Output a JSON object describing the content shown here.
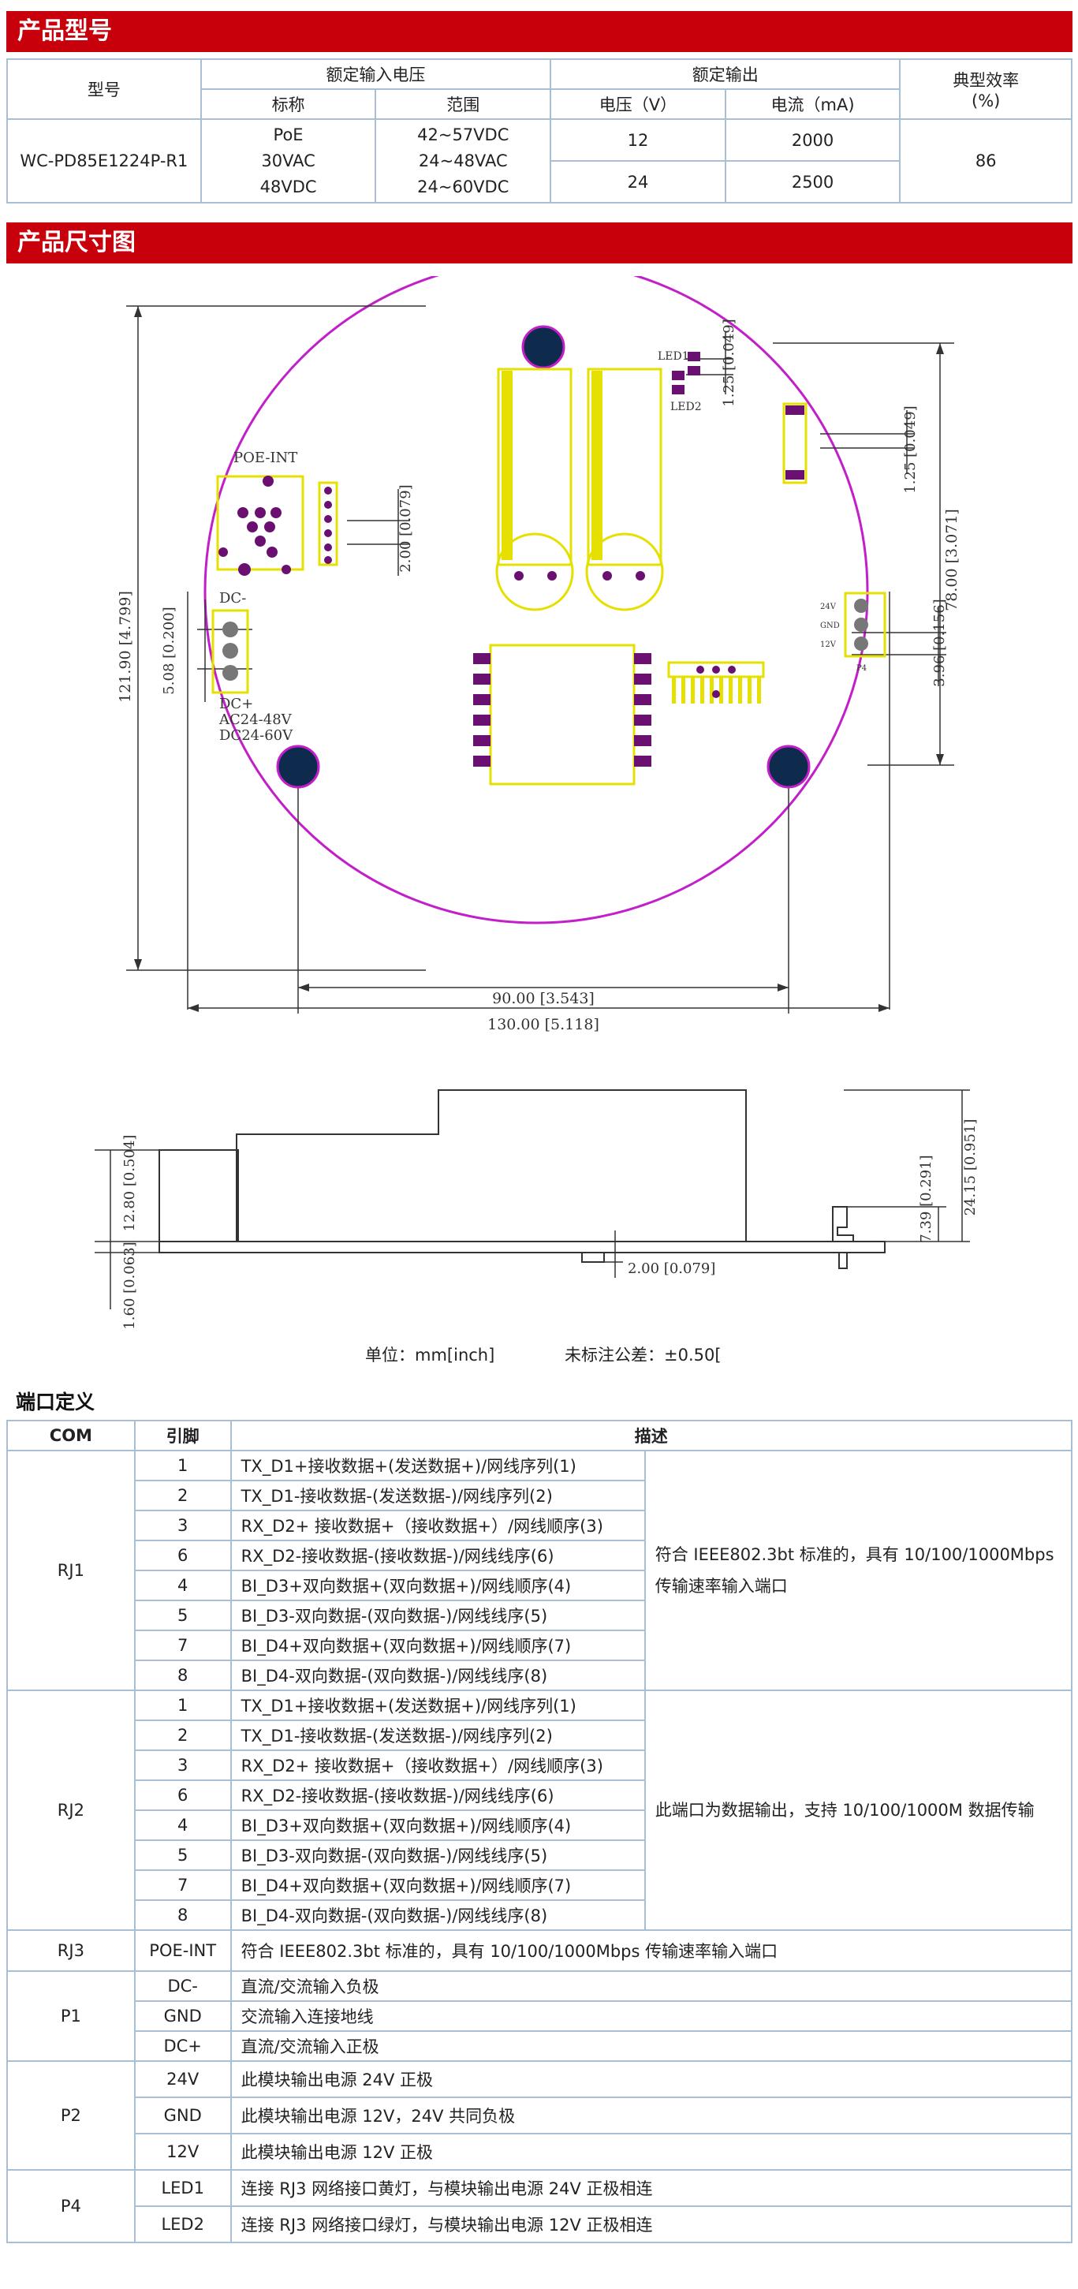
{
  "sections": {
    "model_title": "产品型号",
    "dims_title": "产品尺寸图",
    "iface_title": "端口定义"
  },
  "spec_table": {
    "h_model": "型号",
    "h_input": "额定输入电压",
    "h_nominal": "标称",
    "h_range": "范围",
    "h_output": "额定输出",
    "h_voltage": "电压（V）",
    "h_current": "电流（mA)",
    "h_eff": "典型效率",
    "h_eff_unit": "(%)",
    "model": "WC-PD85E1224P-R1",
    "nominal": [
      "PoE",
      "30VAC",
      "48VDC"
    ],
    "range": [
      "42~57VDC",
      "24~48VAC",
      "24~60VDC"
    ],
    "out_v": [
      "12",
      "24"
    ],
    "out_i": [
      "2000",
      "2500"
    ],
    "efficiency": "86"
  },
  "drawing": {
    "poe_int": "POE-INT",
    "dc_minus": "DC-",
    "dc_plus": "DC+",
    "ac_range": "AC24-48V",
    "dc_range": "DC24-60V",
    "led1": "LED1",
    "led2": "LED2",
    "p4_pins": [
      "24V",
      "GND",
      "12V"
    ],
    "p4_label": "P4",
    "dim_height": "121.90 [4.799]",
    "dim_hole_w": "90.00 [3.543]",
    "dim_width": "130.00 [5.118]",
    "dim_right": "78.00 [3.071]",
    "dim_pitch_top": "1.25 [0.049]",
    "dim_pitch_mid": "1.25 [0.049]",
    "dim_pitch_left": "2.00 [0.079]",
    "dim_dc_pitch": "5.08 [0.200]",
    "dim_p4_pitch": "3.96 [0.156]",
    "side_h1": "12.80 [0.504]",
    "side_h2": "1.60 [0.063]",
    "side_h3": "7.39 [0.291]",
    "side_h4": "24.15 [0.951]",
    "side_h5": "2.00 [0.079]"
  },
  "units_note": {
    "unit": "单位：mm[inch]",
    "tolerance": "未标注公差：±0.50["
  },
  "iface_table": {
    "headers": [
      "COM",
      "引脚",
      "描述"
    ],
    "rj_pins": [
      "1",
      "2",
      "3",
      "6",
      "4",
      "5",
      "7",
      "8"
    ],
    "rj1_label": "RJ1",
    "rj1_rows": [
      "TX_D1+接收数据+(发送数据+)/网线序列(1)",
      "TX_D1-接收数据-(发送数据-)/网线序列(2)",
      "RX_D2+ 接收数据+（接收数据+）/网线顺序(3)",
      "RX_D2-接收数据-(接收数据-)/网线线序(6)",
      "BI_D3+双向数据+(双向数据+)/网线顺序(4)",
      "BI_D3-双向数据-(双向数据-)/网线线序(5)",
      "BI_D4+双向数据+(双向数据+)/网线顺序(7)",
      "BI_D4-双向数据-(双向数据-)/网线线序(8)"
    ],
    "rj1_desc": "符合 IEEE802.3bt 标准的，具有 10/100/1000Mbps 传输速率输入端口",
    "rj2_label": "RJ2",
    "rj2_rows": [
      "TX_D1+接收数据+(发送数据+)/网线序列(1)",
      "TX_D1-接收数据-(发送数据-)/网线序列(2)",
      "RX_D2+ 接收数据+（接收数据+）/网线顺序(3)",
      "RX_D2-接收数据-(接收数据-)/网线线序(6)",
      "BI_D3+双向数据+(双向数据+)/网线顺序(4)",
      "BI_D3-双向数据-(双向数据-)/网线线序(5)",
      "BI_D4+双向数据+(双向数据+)/网线顺序(7)",
      "BI_D4-双向数据-(双向数据-)/网线线序(8)"
    ],
    "rj2_desc": "此端口为数据输出，支持 10/100/1000M 数据传输",
    "rj3_label": "RJ3",
    "rj3_pin": "POE-INT",
    "rj3_desc": "符合 IEEE802.3bt 标准的，具有 10/100/1000Mbps 传输速率输入端口",
    "p1_label": "P1",
    "p1_pins": [
      "DC-",
      "GND",
      "DC+"
    ],
    "p1_desc": [
      "直流/交流输入负极",
      "交流输入连接地线",
      "直流/交流输入正极"
    ],
    "p2_label": "P2",
    "p2_pins": [
      "24V",
      "GND",
      "12V"
    ],
    "p2_desc": [
      "此模块输出电源 24V 正极",
      "此模块输出电源 12V，24V 共同负极",
      "此模块输出电源 12V 正极"
    ],
    "p4_label": "P4",
    "p4_pins": [
      "LED1",
      "LED2"
    ],
    "p4_desc": [
      "连接 RJ3 网络接口黄灯，与模块输出电源 24V 正极相连",
      "连接 RJ3 网络接口绿灯，与模块输出电源 12V 正极相连"
    ]
  }
}
